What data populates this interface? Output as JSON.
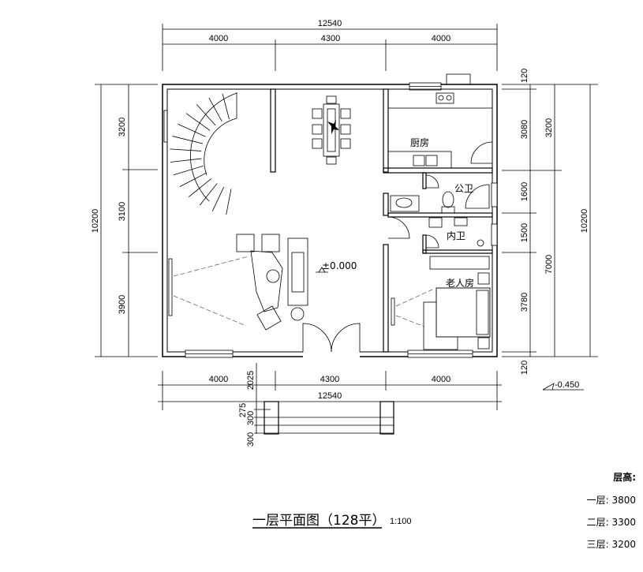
{
  "drawing": {
    "title": "一层平面图（128平）",
    "scale": "1:100",
    "elevation_main": "±0.000",
    "elevation_outside": "-0.450"
  },
  "rooms": {
    "kitchen": "厨房",
    "public_bath": "公卫",
    "inner_bath": "内卫",
    "elder_room": "老人房"
  },
  "dimensions": {
    "top_total": "12540",
    "top_segments": [
      "4000",
      "4300",
      "4000"
    ],
    "bottom_segments": [
      "4000",
      "4300",
      "4000"
    ],
    "bottom_total": "12540",
    "left_total": "10200",
    "left_segments": [
      "3200",
      "3100",
      "3900"
    ],
    "right_inner": [
      "120",
      "3080",
      "1600",
      "1500",
      "3780",
      "120"
    ],
    "right_mid": [
      "3200",
      "7000"
    ],
    "right_total": "10200",
    "porch": [
      "2025",
      "275",
      "300",
      "300"
    ]
  },
  "floor_heights": {
    "heading": "层高:",
    "rows": [
      "一层: 3800",
      "二层: 3300",
      "三层: 3200"
    ]
  }
}
